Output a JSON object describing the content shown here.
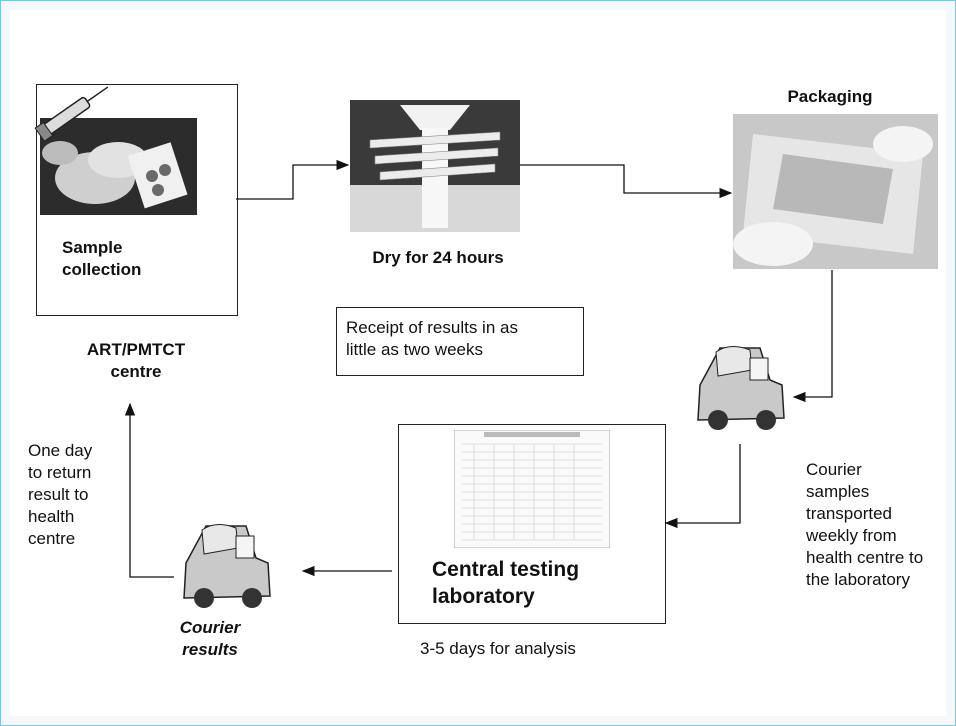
{
  "steps": {
    "sample_collection": "Sample\ncollection",
    "art_centre": "ART/PMTCT\ncentre",
    "dry": "Dry for 24 hours",
    "packaging": "Packaging",
    "receipt_note": "Receipt of results in as\nlittle as two weeks",
    "courier_samples": "Courier\nsamples\ntransported\nweekly from\nhealth centre to\nthe laboratory",
    "central_lab": "Central testing\nlaboratory",
    "analysis_time": "3-5 days for analysis",
    "courier_results": "Courier\nresults",
    "return_time": "One day\nto return\nresult to\nhealth\ncentre"
  }
}
